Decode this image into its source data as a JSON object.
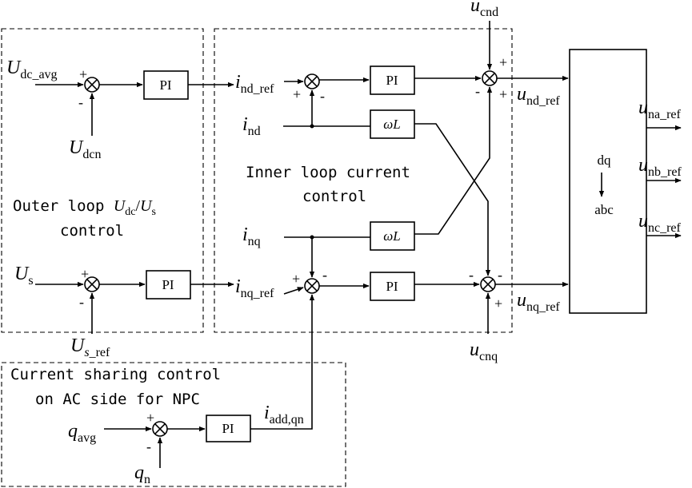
{
  "regions": {
    "outer_loop": {
      "line1_text": "Outer loop ",
      "line1_var_u": "U",
      "line1_sub_dc": "dc",
      "line1_slash": "/",
      "line1_sub_s": "s",
      "line2": "control"
    },
    "inner_loop": {
      "line1": "Inner loop current",
      "line2": "control"
    },
    "sharing": {
      "line1": "Current sharing control",
      "line2": "on AC side for NPC"
    }
  },
  "blocks": {
    "pi": "PI",
    "omega_l_omega": "ω",
    "omega_l_l": "L",
    "transform_top": "dq",
    "transform_bottom": "abc"
  },
  "signs": {
    "plus": "+",
    "minus": "-"
  },
  "signals": {
    "udc_avg": {
      "base": "U",
      "sub": "dc_avg"
    },
    "udcn": {
      "base": "U",
      "sub": "dcn"
    },
    "us": {
      "base": "U",
      "sub": "s"
    },
    "us_ref": {
      "base": "U",
      "sub_italic": "s",
      "sub": "_ref"
    },
    "ind_ref": {
      "base": "i",
      "sub": "nd_ref"
    },
    "ind": {
      "base": "i",
      "sub": "nd"
    },
    "inq": {
      "base": "i",
      "sub": "nq"
    },
    "inq_ref": {
      "base": "i",
      "sub": "nq_ref"
    },
    "ucnd": {
      "base": "u",
      "sub": "cnd"
    },
    "ucnq": {
      "base": "u",
      "sub": "cnq"
    },
    "und_ref": {
      "base": "u",
      "sub": "nd_ref"
    },
    "unq_ref": {
      "base": "u",
      "sub": "nq_ref"
    },
    "una_ref": {
      "base": "u",
      "sub": "na_ref"
    },
    "unb_ref": {
      "base": "u",
      "sub": "nb_ref"
    },
    "unc_ref": {
      "base": "u",
      "sub": "nc_ref"
    },
    "qavg": {
      "base": "q",
      "sub": "avg"
    },
    "qn": {
      "base": "q",
      "sub": "n"
    },
    "iadd": {
      "base": "i",
      "sub": "add,qn"
    }
  }
}
